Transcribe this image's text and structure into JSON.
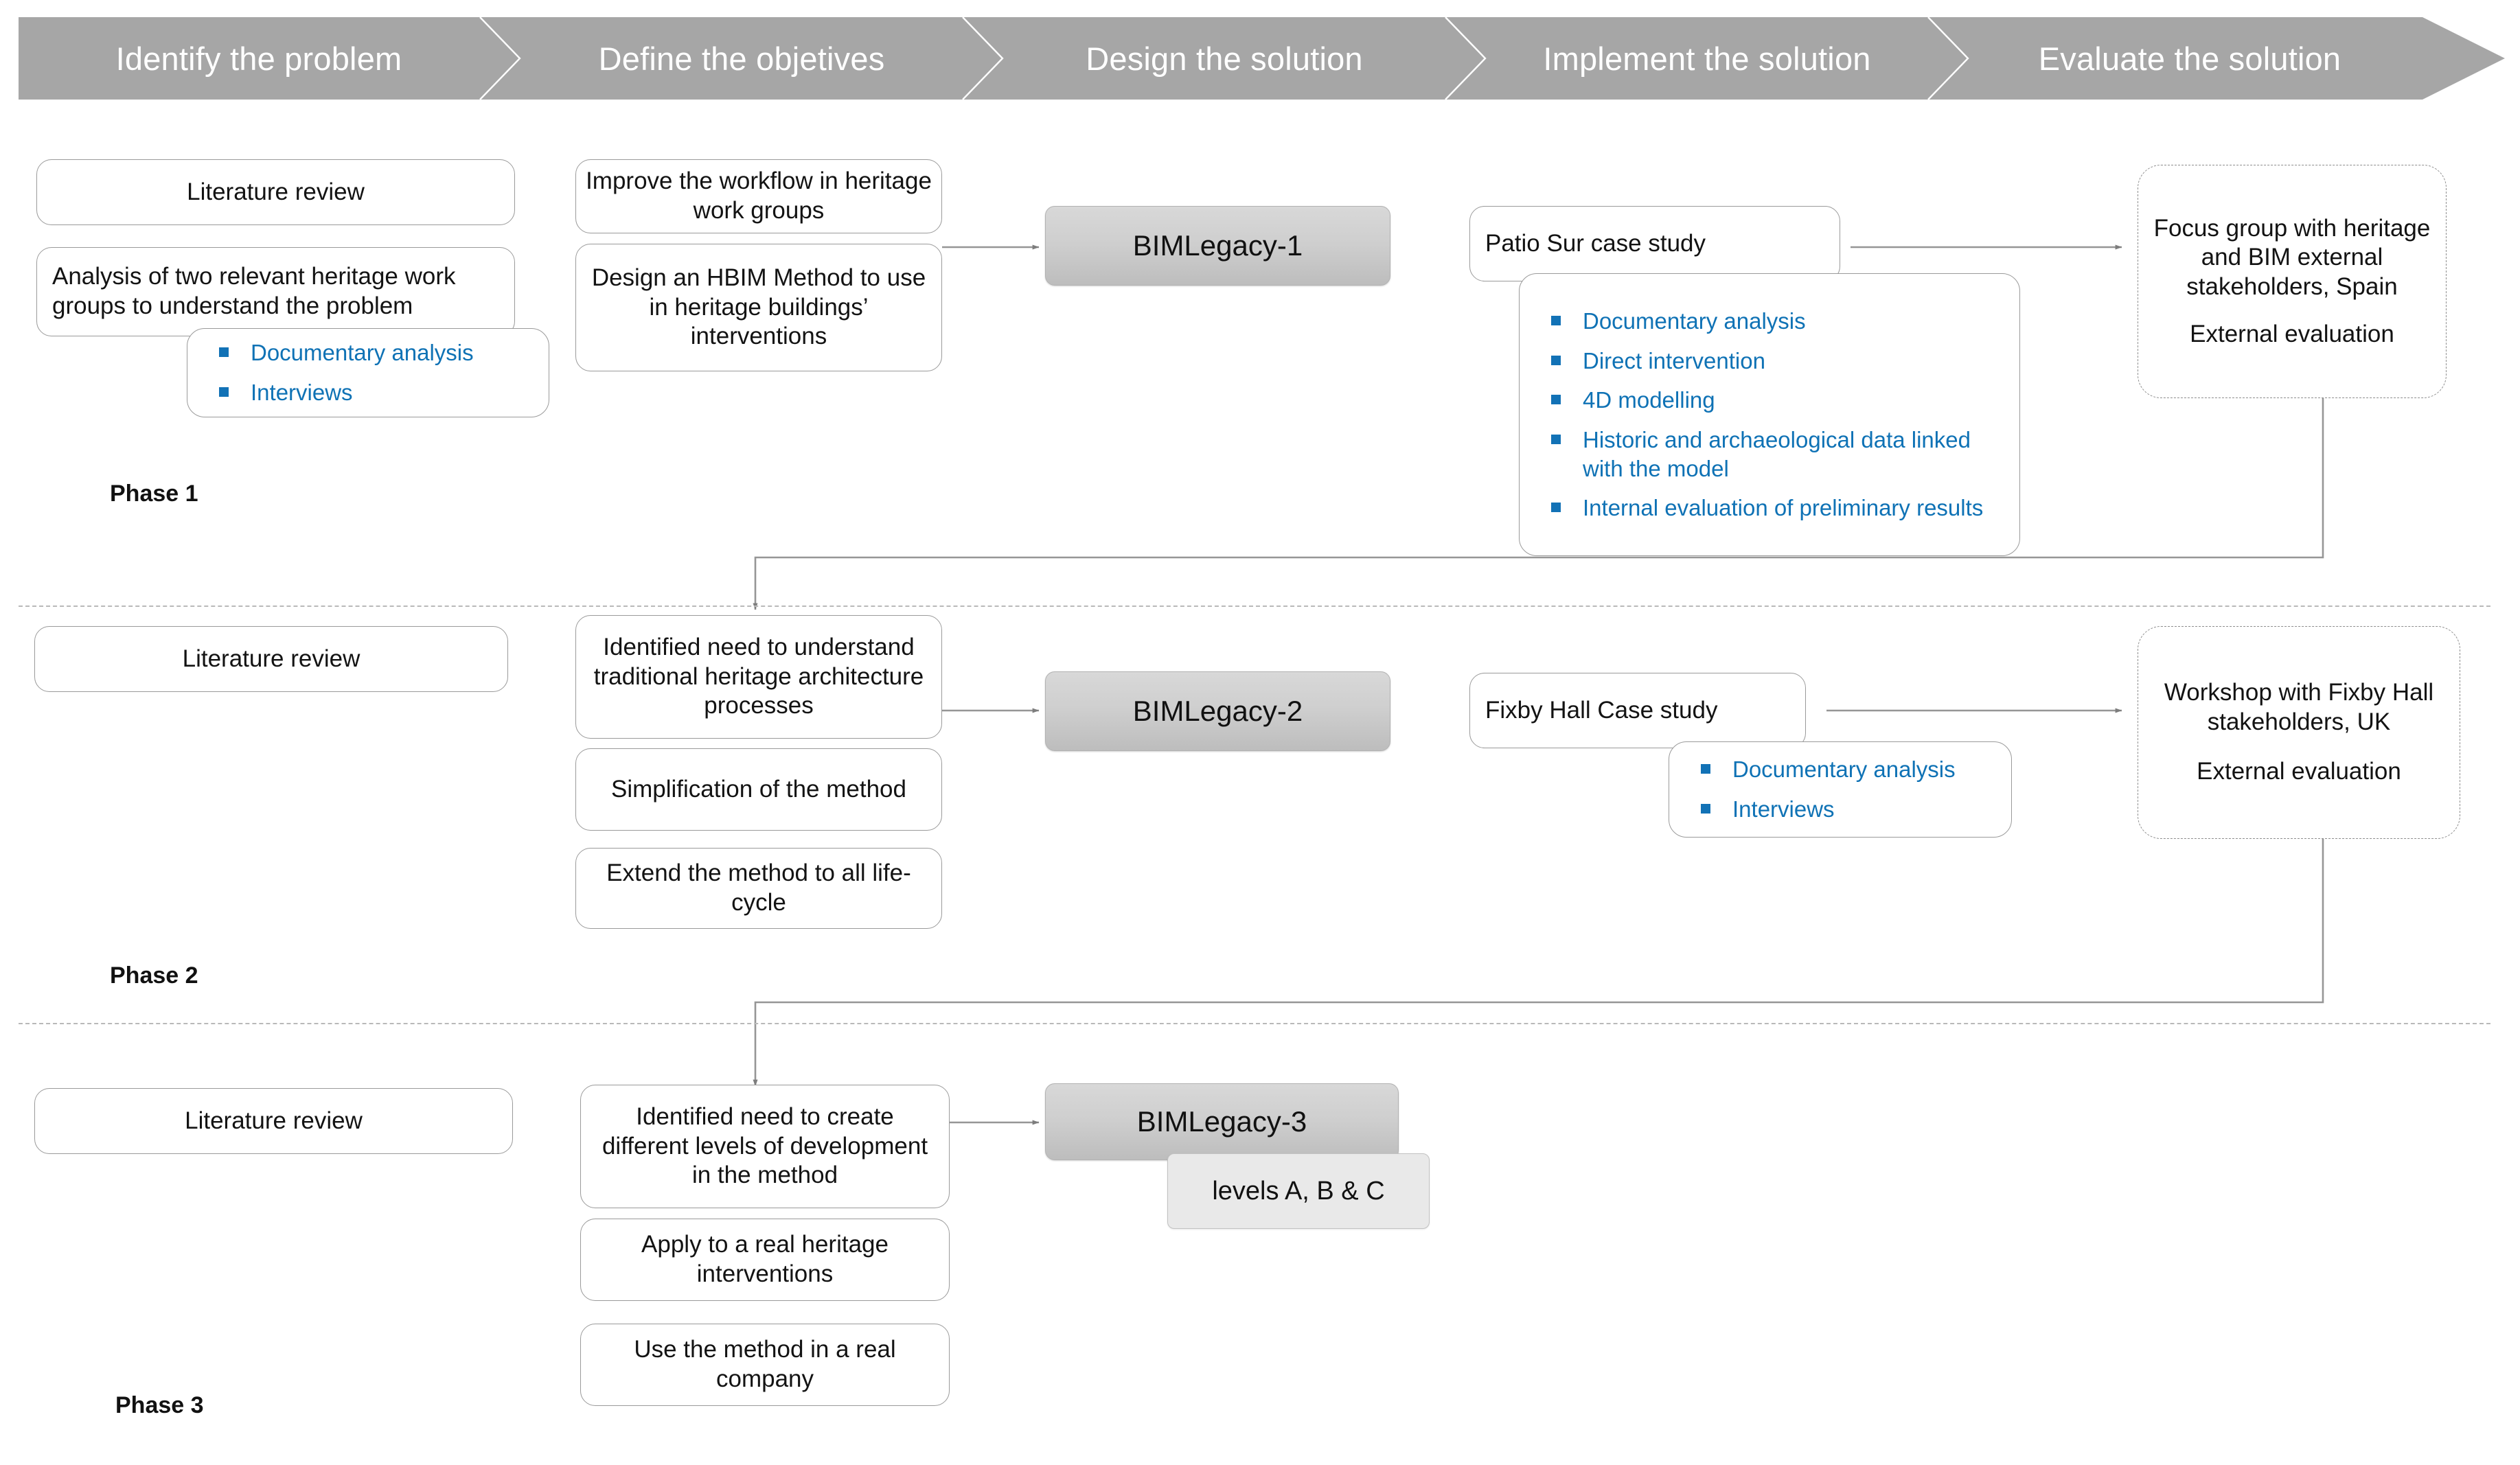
{
  "colors": {
    "band": "#a6a6a6",
    "band_text": "#ffffff",
    "bullet_blue": "#0f72b5",
    "box_border": "#9a9a9a",
    "connector": "#8c8c8c",
    "grey_box": "#cfcfcf"
  },
  "header": {
    "stages": [
      {
        "label": "Identify the problem"
      },
      {
        "label": "Define the objetives"
      },
      {
        "label": "Design the solution"
      },
      {
        "label": "Implement the solution"
      },
      {
        "label": "Evaluate the solution"
      }
    ]
  },
  "phases": [
    {
      "label": "Phase 1",
      "identify": [
        {
          "text": "Literature review"
        },
        {
          "text": "Analysis of two relevant heritage work groups to understand the problem"
        }
      ],
      "identify_bullets": [
        "Documentary analysis",
        "Interviews"
      ],
      "objectives": [
        {
          "text": "Improve the workflow in heritage work groups"
        },
        {
          "text": "Design an HBIM Method to use in heritage buildings’ interventions"
        }
      ],
      "design": {
        "text": "BIMLegacy-1"
      },
      "implement": {
        "text": "Patio Sur case study"
      },
      "implement_bullets": [
        "Documentary analysis",
        "Direct intervention",
        "4D modelling",
        "Historic and archaeological data linked with the model",
        "Internal evaluation of preliminary results"
      ],
      "evaluate": {
        "text": "Focus group with heritage and BIM external stakeholders, Spain",
        "sub": "External evaluation"
      }
    },
    {
      "label": "Phase 2",
      "identify": [
        {
          "text": "Literature review"
        }
      ],
      "objectives": [
        {
          "text": "Identified need to understand traditional heritage architecture processes"
        },
        {
          "text": "Simplification of the method"
        },
        {
          "text": "Extend the method to all life-cycle"
        }
      ],
      "design": {
        "text": "BIMLegacy-2"
      },
      "implement": {
        "text": "Fixby Hall Case study"
      },
      "implement_bullets": [
        "Documentary analysis",
        "Interviews"
      ],
      "evaluate": {
        "text": "Workshop with Fixby Hall stakeholders, UK",
        "sub": "External evaluation"
      }
    },
    {
      "label": "Phase 3",
      "identify": [
        {
          "text": "Literature review"
        }
      ],
      "objectives": [
        {
          "text": "Identified need to create different levels of development in the method"
        },
        {
          "text": "Apply to a real heritage interventions"
        },
        {
          "text": "Use the method in a real company"
        }
      ],
      "design": {
        "text": "BIMLegacy-3"
      },
      "design_sub": {
        "text": "levels A, B & C"
      }
    }
  ]
}
